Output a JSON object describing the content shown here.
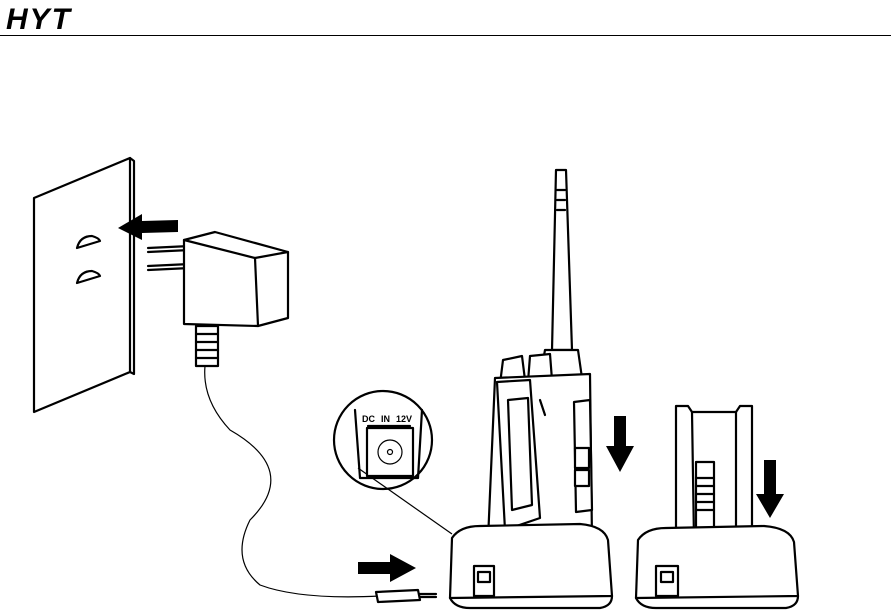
{
  "header": {
    "logo_text": "HYT",
    "rule_color": "#000000"
  },
  "illustration": {
    "port_inset": {
      "label_dc": "DC",
      "label_in": "IN",
      "label_voltage": "12V"
    },
    "icons": [
      "wall-outlet-icon",
      "power-adapter-icon",
      "radio-icon",
      "charger-icon",
      "battery-icon",
      "arrow-icon"
    ]
  }
}
